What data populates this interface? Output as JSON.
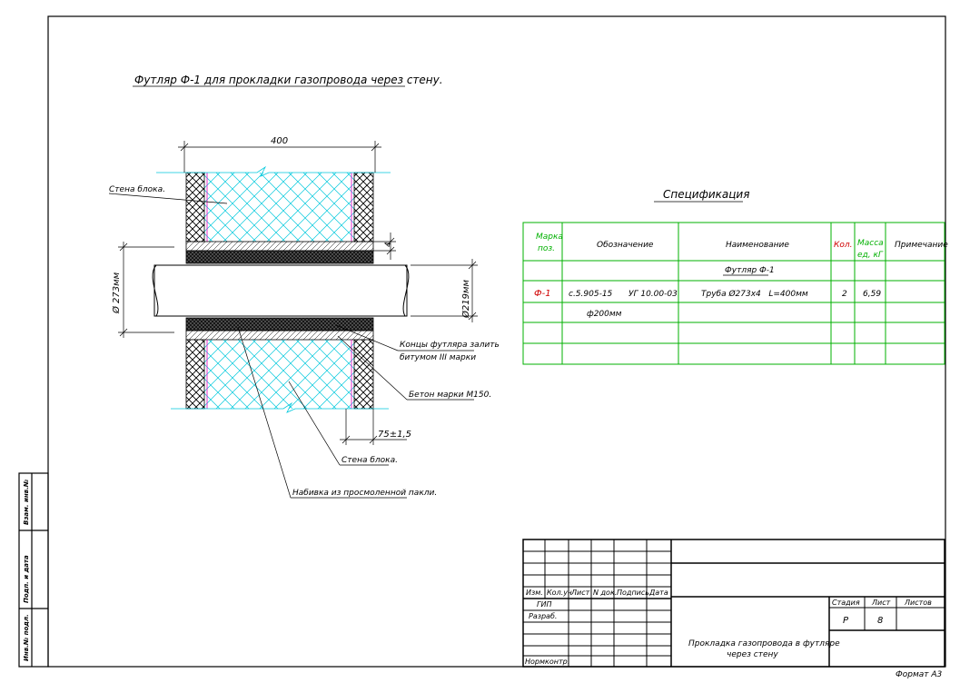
{
  "drawing": {
    "title": "Футляр Ф-1 для прокладки газопровода через стену.",
    "dim_top": "400",
    "dim_left": "Ø 273мм",
    "dim_right": "Ø219мм",
    "dim_small": "4",
    "dim_bottom": "75±1,5",
    "label_wall_top": "Стена блока.",
    "label_ends_1": "Концы футляра залить",
    "label_ends_2": "битумом III марки",
    "label_concrete": "Бетон марки М150.",
    "label_wall_bottom": "Стена блока.",
    "label_packing": "Набивка из просмоленной пакли."
  },
  "spec": {
    "title": "Спецификация",
    "headers": {
      "mark_1": "Марка",
      "mark_2": "поз.",
      "designation": "Обозначение",
      "name": "Наименование",
      "qty": "Кол.",
      "mass_1": "Масса",
      "mass_2": "ед, кГ",
      "note": "Примечание"
    },
    "group_title": "Футляр Ф-1",
    "row": {
      "mark": "Ф-1",
      "designation_1": "с.5.905-15",
      "designation_2": "УГ 10.00-03",
      "designation_3": "ф200мм",
      "name": "Труба Ø273x4   L=400мм",
      "qty": "2",
      "mass": "6,59"
    }
  },
  "side_stamp": {
    "inv_orig": "Инв.№ подл.",
    "sign_date": "Подп. и дата",
    "inv_repl": "Взам. инв.№"
  },
  "title_block": {
    "col_izm": "Изм.",
    "col_kol": "Кол.уч",
    "col_list": "Лист",
    "col_doc": "N док.",
    "col_sign": "Подпись",
    "col_date": "Дата",
    "role_gip": "ГИП",
    "role_dev": "Разраб.",
    "role_norm": "Нормконтр.",
    "stage_label": "Стадия",
    "sheet_label": "Лист",
    "sheets_label": "Листов",
    "stage_value": "Р",
    "sheet_value": "8",
    "doc_title_1": "Прокладка газопровода в футляре",
    "doc_title_2": "через стену"
  },
  "format": "Формат А3",
  "colors": {
    "hatch_cyan": "#00c8dc",
    "green": "#00b000",
    "red": "#d00000",
    "magenta": "#e000c0"
  }
}
